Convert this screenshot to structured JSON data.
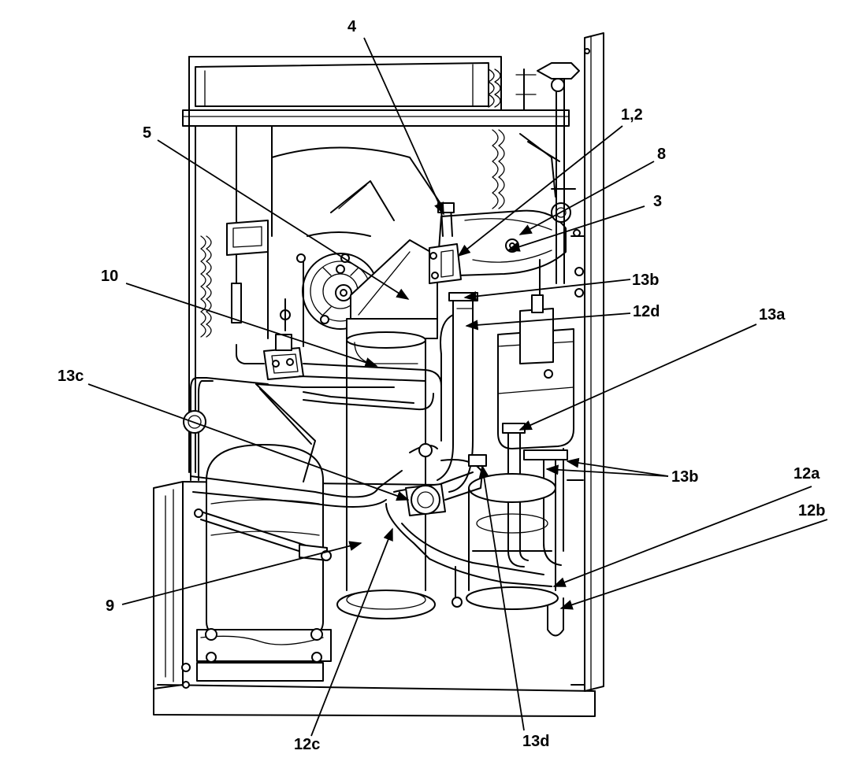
{
  "callouts": [
    {
      "id": "4",
      "label": "4"
    },
    {
      "id": "1,2",
      "label": "1,2"
    },
    {
      "id": "5",
      "label": "5"
    },
    {
      "id": "8",
      "label": "8"
    },
    {
      "id": "3",
      "label": "3"
    },
    {
      "id": "10",
      "label": "10"
    },
    {
      "id": "13b-top",
      "label": "13b"
    },
    {
      "id": "12d",
      "label": "12d"
    },
    {
      "id": "13a",
      "label": "13a"
    },
    {
      "id": "13c",
      "label": "13c"
    },
    {
      "id": "13b-right",
      "label": "13b"
    },
    {
      "id": "12a",
      "label": "12a"
    },
    {
      "id": "12b",
      "label": "12b"
    },
    {
      "id": "9",
      "label": "9"
    },
    {
      "id": "12c",
      "label": "12c"
    },
    {
      "id": "13d",
      "label": "13d"
    }
  ]
}
